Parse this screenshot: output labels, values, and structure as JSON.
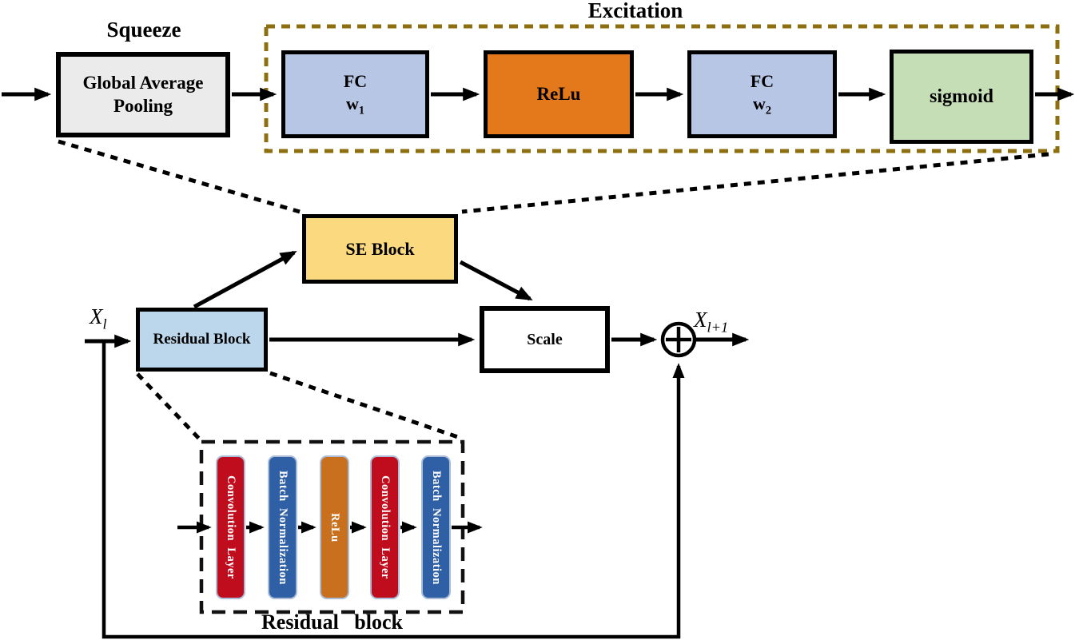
{
  "diagram": {
    "squeeze": {
      "label": "Squeeze"
    },
    "excitation": {
      "label": "Excitation"
    },
    "gap": {
      "line1": "Global Average",
      "line2": "Pooling"
    },
    "fc1": {
      "name": "FC",
      "weight": "w",
      "weight_sub": "1"
    },
    "relu": {
      "label": "ReLu"
    },
    "fc2": {
      "name": "FC",
      "weight": "w",
      "weight_sub": "2"
    },
    "sigmoid": {
      "label": "sigmoid"
    },
    "se_block": {
      "label": "SE Block"
    },
    "residual_block": {
      "label": "Residual Block"
    },
    "scale": {
      "label": "Scale"
    },
    "input": {
      "base": "X",
      "sub": "l"
    },
    "output": {
      "base": "X",
      "sub": "l+1"
    },
    "detail": {
      "caption": "Residual   block",
      "layers": [
        {
          "label": "Convolution  Layer",
          "type": "convolution"
        },
        {
          "label": "Batch  Normalization",
          "type": "batch-norm"
        },
        {
          "label": "ReLu",
          "type": "relu"
        },
        {
          "label": "Convolution  Layer",
          "type": "convolution"
        },
        {
          "label": "Batch  Normalization",
          "type": "batch-norm"
        }
      ]
    },
    "icons": {
      "sum_node": "circled-plus"
    },
    "colors": {
      "gap_fill": "#ebebeb",
      "fc_fill": "#b7c6e5",
      "relu_fill": "#e4791b",
      "sigmoid_fill": "#c5deb6",
      "se_fill": "#fbd97e",
      "residual_fill": "#bcd7eb",
      "scale_fill": "#ffffff",
      "conv_layer_fill": "#c00d1e",
      "batch_norm_fill": "#2f5fa5",
      "relu_layer_fill": "#c8701e",
      "excitation_border": "#8e6f10",
      "line_color": "#000000"
    }
  }
}
